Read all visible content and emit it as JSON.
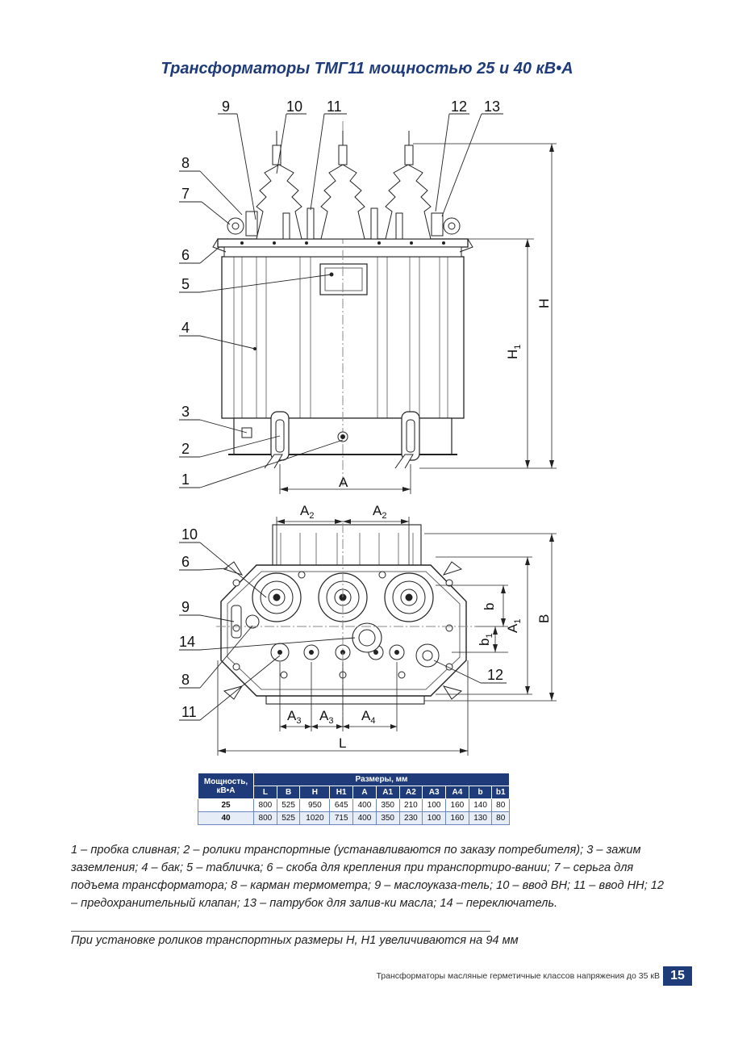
{
  "title": "Трансформаторы ТМГ11 мощностью 25 и 40 кВ•А",
  "callouts_top": [
    "1",
    "2",
    "3",
    "4",
    "5",
    "6",
    "7",
    "8",
    "9",
    "10",
    "11",
    "12",
    "13"
  ],
  "callouts_bottom": [
    "6",
    "8",
    "9",
    "10",
    "11",
    "12",
    "14"
  ],
  "dims_front": {
    "A": "A",
    "H": "H",
    "H1": "H",
    "H1_sub": "1"
  },
  "dims_plan": {
    "A2": "A",
    "A2_sub": "2",
    "A3": "A",
    "A3_sub": "3",
    "A4": "A",
    "A4_sub": "4",
    "A1": "A",
    "A1_sub": "1",
    "b": "b",
    "b1": "b",
    "b1_sub": "1",
    "B": "B",
    "L": "L"
  },
  "table": {
    "power_header": "Мощность, кВ•А",
    "size_header": "Размеры, мм",
    "columns": [
      "L",
      "B",
      "H",
      "H1",
      "A",
      "A1",
      "A2",
      "A3",
      "A4",
      "b",
      "b1"
    ],
    "rows": [
      {
        "power": "25",
        "values": [
          "800",
          "525",
          "950",
          "645",
          "400",
          "350",
          "210",
          "100",
          "160",
          "140",
          "80"
        ]
      },
      {
        "power": "40",
        "values": [
          "800",
          "525",
          "1020",
          "715",
          "400",
          "350",
          "230",
          "100",
          "160",
          "130",
          "80"
        ]
      }
    ]
  },
  "legend": "1 – пробка сливная;  2 – ролики транспортные  (устанавливаются по заказу потребителя); 3 – зажим заземления;  4 – бак;  5 – табличка;  6 – скоба для крепления при транспортиро-вании; 7 – серьга для подъема трансформатора;  8 – карман термометра;  9 – маслоуказа-тель; 10 –  ввод ВН; 11 – ввод НН; 12 –  предохранительный клапан; 13 – патрубок для залив-ки масла; 14 – переключатель.",
  "note": "При установке роликов транспортных размеры Н, Н1 увеличиваются на 94 мм",
  "footer": "Трансформаторы масляные герметичные классов напряжения до 35 кВ",
  "page_number": "15",
  "colors": {
    "accent": "#1f3b7a",
    "table_row_alt": "#e6edf7"
  }
}
